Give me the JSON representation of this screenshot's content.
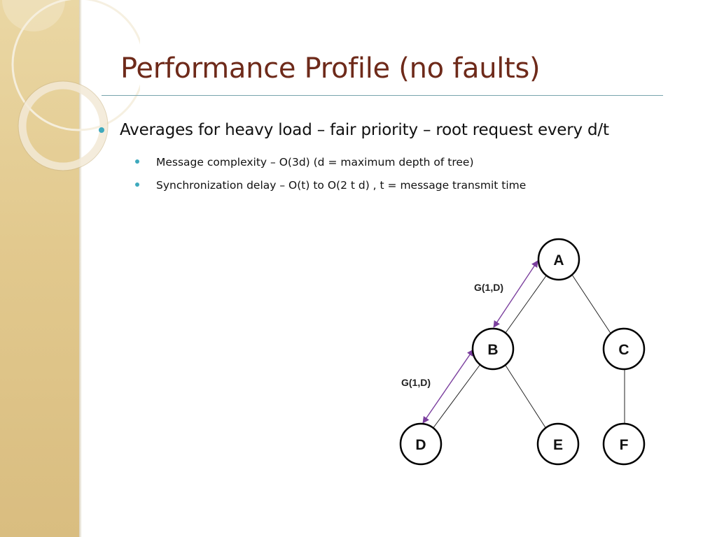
{
  "slide": {
    "title": "Performance Profile (no faults)",
    "bullets": [
      {
        "text": "Averages for heavy load – fair priority – root request every d/t",
        "level": 1
      },
      {
        "text": "Message complexity – O(3d) (d = maximum depth of tree)",
        "level": 2
      },
      {
        "text": "Synchronization delay – O(t) to O(2 t d) , t = message transmit time",
        "level": 2
      }
    ]
  },
  "diagram": {
    "nodes": [
      {
        "id": "A",
        "label": "A"
      },
      {
        "id": "B",
        "label": "B"
      },
      {
        "id": "C",
        "label": "C"
      },
      {
        "id": "D",
        "label": "D"
      },
      {
        "id": "E",
        "label": "E"
      },
      {
        "id": "F",
        "label": "F"
      }
    ],
    "edges": [
      {
        "from": "A",
        "to": "B"
      },
      {
        "from": "A",
        "to": "C"
      },
      {
        "from": "B",
        "to": "D"
      },
      {
        "from": "B",
        "to": "E"
      },
      {
        "from": "C",
        "to": "F"
      }
    ],
    "messages": [
      {
        "between": [
          "A",
          "B"
        ],
        "label": "G(1,D)"
      },
      {
        "between": [
          "B",
          "D"
        ],
        "label": "G(1,D)"
      }
    ]
  },
  "colors": {
    "title": "#6e2a1a",
    "bullet_dot": "#3ea9bd",
    "title_rule": "#77a4ad",
    "side_panel": "#e2c98e",
    "message_arrow": "#7b3f9e"
  }
}
